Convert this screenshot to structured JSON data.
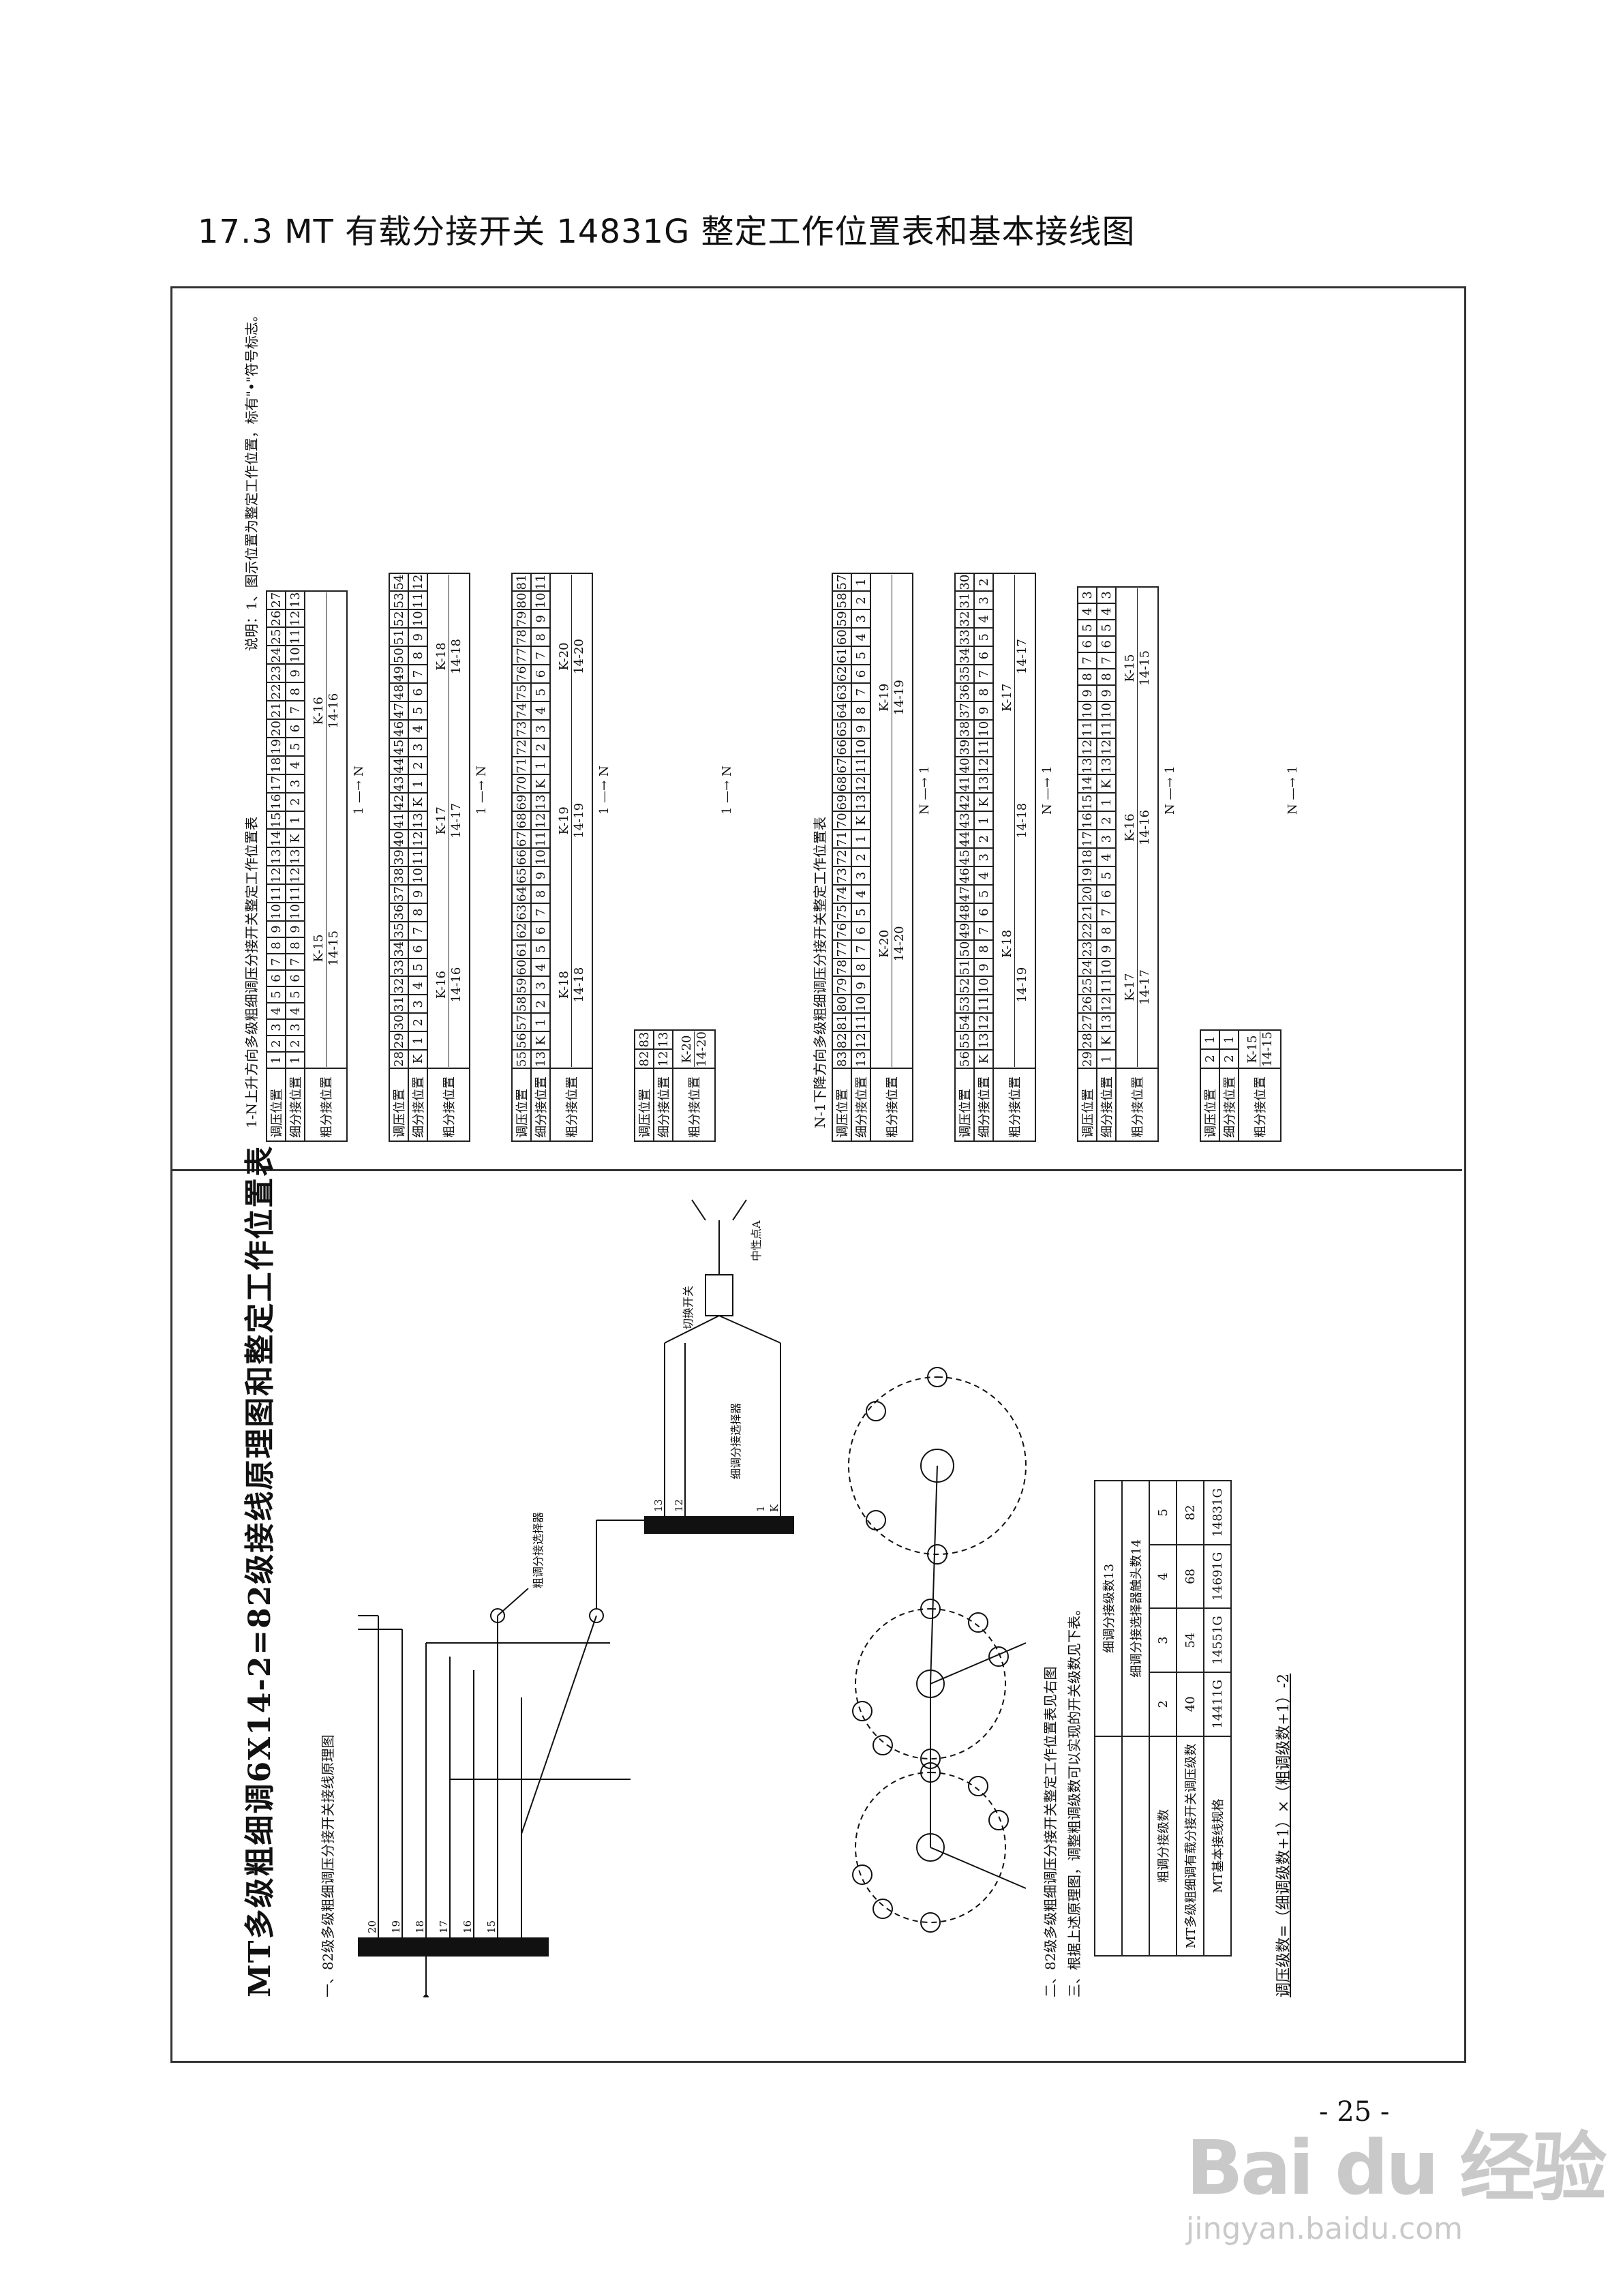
{
  "heading": "17.3 MT 有载分接开关 14831G 整定工作位置表和基本接线图",
  "page_number": "- 25 -",
  "watermark": {
    "logo": "Bai du 经验",
    "url": "jingyan.baidu.com"
  },
  "table": {
    "title_up": "1-N上升方向多级粗细调压分接开关整定工作位置表",
    "title_down": "N-1下降方向多级粗细调压分接开关整定工作位置表",
    "note": "说明：1、图示位置为整定工作位置，标有\"•\"符号标志。",
    "labels": {
      "reg": "调压位置",
      "fine": "细分接位置",
      "coarse": "粗分接位置"
    },
    "groups": [
      {
        "reg": [
          "1",
          "2",
          "3",
          "4",
          "5",
          "6",
          "7",
          "8",
          "9",
          "10",
          "11",
          "12",
          "13",
          "14",
          "15",
          "16",
          "17",
          "18",
          "19",
          "20",
          "21",
          "22",
          "23",
          "24",
          "25",
          "26",
          "27"
        ],
        "fine": [
          "1",
          "2",
          "3",
          "4",
          "5",
          "6",
          "7",
          "8",
          "9",
          "10",
          "11",
          "12",
          "13",
          "K",
          "1",
          "2",
          "3",
          "4",
          "5",
          "6",
          "7",
          "8",
          "9",
          "10",
          "11",
          "12",
          "13"
        ],
        "k": [
          "K-15",
          "K-16"
        ],
        "c": [
          "14-15",
          "14-16"
        ],
        "dir": "1 —→ N"
      },
      {
        "reg": [
          "28",
          "29",
          "30",
          "31",
          "32",
          "33",
          "34",
          "35",
          "36",
          "37",
          "38",
          "39",
          "40",
          "41",
          "42",
          "43",
          "44",
          "45",
          "46",
          "47",
          "48",
          "49",
          "50",
          "51",
          "52",
          "53",
          "54"
        ],
        "fine": [
          "K",
          "1",
          "2",
          "3",
          "4",
          "5",
          "6",
          "7",
          "8",
          "9",
          "10",
          "11",
          "12",
          "13",
          "K",
          "1",
          "2",
          "3",
          "4",
          "5",
          "6",
          "7",
          "8",
          "9",
          "10",
          "11",
          "12"
        ],
        "k": [
          "K-16",
          "K-17",
          "K-18"
        ],
        "c": [
          "14-16",
          "14-17",
          "14-18"
        ],
        "dir": "1 —→ N"
      },
      {
        "reg": [
          "55",
          "56",
          "57",
          "58",
          "59",
          "60",
          "61",
          "62",
          "63",
          "64",
          "65",
          "66",
          "67",
          "68",
          "69",
          "70",
          "71",
          "72",
          "73",
          "74",
          "75",
          "76",
          "77",
          "78",
          "79",
          "80",
          "81"
        ],
        "fine": [
          "13",
          "K",
          "1",
          "2",
          "3",
          "4",
          "5",
          "6",
          "7",
          "8",
          "9",
          "10",
          "11",
          "12",
          "13",
          "K",
          "1",
          "2",
          "3",
          "4",
          "5",
          "6",
          "7",
          "8",
          "9",
          "10",
          "11"
        ],
        "k": [
          "K-18",
          "K-19",
          "K-20"
        ],
        "c": [
          "14-18",
          "14-19",
          "14-20"
        ],
        "dir": "1 —→ N"
      },
      {
        "reg": [
          "82",
          "83"
        ],
        "fine": [
          "12",
          "13"
        ],
        "k": [
          "K-20"
        ],
        "c": [
          "14-20"
        ],
        "dir": "1 —→ N"
      },
      {
        "reg": [
          "83",
          "82",
          "81",
          "80",
          "79",
          "78",
          "77",
          "76",
          "75",
          "74",
          "73",
          "72",
          "71",
          "70",
          "69",
          "68",
          "67",
          "66",
          "65",
          "64",
          "63",
          "62",
          "61",
          "60",
          "59",
          "58",
          "57"
        ],
        "fine": [
          "13",
          "12",
          "11",
          "10",
          "9",
          "8",
          "7",
          "6",
          "5",
          "4",
          "3",
          "2",
          "1",
          "K",
          "13",
          "12",
          "11",
          "10",
          "9",
          "8",
          "7",
          "6",
          "5",
          "4",
          "3",
          "2",
          "1"
        ],
        "k": [
          "K-20",
          "K-19"
        ],
        "c": [
          "14-20",
          "14-19"
        ],
        "dir": "N —→ 1"
      },
      {
        "reg": [
          "56",
          "55",
          "54",
          "53",
          "52",
          "51",
          "50",
          "49",
          "48",
          "47",
          "46",
          "45",
          "44",
          "43",
          "42",
          "41",
          "40",
          "39",
          "38",
          "37",
          "36",
          "35",
          "34",
          "33",
          "32",
          "31",
          "30"
        ],
        "fine": [
          "K",
          "13",
          "12",
          "11",
          "10",
          "9",
          "8",
          "7",
          "6",
          "5",
          "4",
          "3",
          "2",
          "1",
          "K",
          "13",
          "12",
          "11",
          "10",
          "9",
          "8",
          "7",
          "6",
          "5",
          "4",
          "3",
          "2"
        ],
        "k": [
          "K-18",
          "K-17"
        ],
        "c": [
          "14-19",
          "14-18",
          "14-17"
        ],
        "dir": "N —→ 1"
      },
      {
        "reg": [
          "29",
          "28",
          "27",
          "26",
          "25",
          "24",
          "23",
          "22",
          "21",
          "20",
          "19",
          "18",
          "17",
          "16",
          "15",
          "14",
          "13",
          "12",
          "11",
          "10",
          "9",
          "8",
          "7",
          "6",
          "5",
          "4",
          "3"
        ],
        "fine": [
          "1",
          "K",
          "13",
          "12",
          "11",
          "10",
          "9",
          "8",
          "7",
          "6",
          "5",
          "4",
          "3",
          "2",
          "1",
          "K",
          "13",
          "12",
          "11",
          "10",
          "9",
          "8",
          "7",
          "6",
          "5",
          "4",
          "3"
        ],
        "k": [
          "K-17",
          "K-16",
          "K-15"
        ],
        "c": [
          "14-17",
          "14-16",
          "14-15"
        ],
        "dir": "N —→ 1"
      },
      {
        "reg": [
          "2",
          "1"
        ],
        "fine": [
          "2",
          "1"
        ],
        "k": [
          "K-15"
        ],
        "c": [
          "14-15"
        ],
        "dir": "N —→ 1"
      }
    ]
  },
  "diagram": {
    "title": "MT多级粗细调6X14-2=82级接线原理图和整定工作位置表",
    "sec1": "一、82级多级粗细调压分接开关接线原理图",
    "sec2": "二、82级多级粗细调压分接开关整定工作位置表见右图",
    "sec3": "三、根据上述原理图，调整粗调级数可以实现的开关级数见下表。",
    "formula": "调压级数=（细调级数+1）×（粗调级数+1）-2",
    "labels": {
      "coarse_selector": "粗调分接选择器",
      "fine_selector": "细调分接选择器",
      "diverter": "切换开关",
      "neutral": "中性点A"
    },
    "terminals_left": [
      "20",
      "19",
      "18",
      "17",
      "16",
      "15"
    ],
    "terminals_right": [
      "13",
      "12",
      "1",
      "K"
    ],
    "spec": {
      "r1": "细调分接级数13",
      "r2": "细调分接选择器触头数14",
      "rows": [
        [
          "粗调分接级数",
          "2",
          "3",
          "4",
          "5"
        ],
        [
          "MT多级粗细调有载分接开关调压级数",
          "40",
          "54",
          "68",
          "82"
        ],
        [
          "MT基本接线规格",
          "14411G",
          "14551G",
          "14691G",
          "14831G"
        ]
      ]
    }
  }
}
